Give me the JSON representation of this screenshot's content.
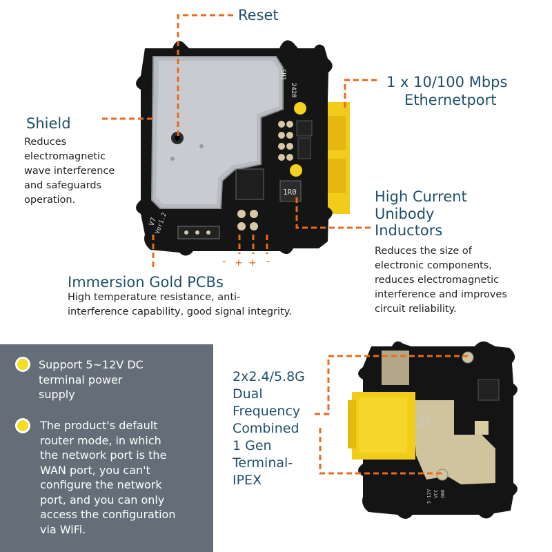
{
  "labels": {
    "reset": "Reset",
    "ethernet": {
      "line1": "1 x 10/100 Mbps",
      "line2": "Ethernetport"
    },
    "shield": {
      "title": "Shield",
      "desc": [
        "Reduces",
        "electromagnetic",
        "wave interference",
        "and safeguards",
        "operation."
      ]
    },
    "inductors": {
      "title": [
        "High Current",
        "Unibody",
        "Inductors"
      ],
      "desc": [
        "Reduces the size of",
        "electronic components,",
        "reduces electromagnetic",
        "interference and improves",
        "circuit reliability."
      ]
    },
    "pcb": {
      "title": "Immersion Gold PCBs",
      "desc": [
        "High temperature resistance, anti-",
        "interference capability, good signal integrity."
      ]
    },
    "antenna": [
      "2x2.4/5.8G",
      "Dual",
      "Frequency",
      "Combined",
      "1 Gen",
      "Terminal-",
      "IPEX"
    ]
  },
  "features": [
    {
      "lines": [
        "Support 5~12V DC",
        "terminal power",
        "supply"
      ]
    },
    {
      "lines": [
        "The product's default",
        "router mode, in which",
        "the network port is the",
        "WAN port, you can't",
        "configure the network",
        "port, and you can only",
        "access the configuration",
        "via WiFi."
      ]
    }
  ],
  "board_markings": {
    "sh1": "SH1",
    "code": "2428",
    "inductor": "1R0",
    "version": "Ver1.2",
    "v7": "V7",
    "back_vcc": "VCC",
    "back_gnd": "GND",
    "back_5v": "5-12V",
    "back_wan": "WAN",
    "back_lan": "LAN",
    "polarity": [
      "-",
      "+",
      "+",
      "-"
    ]
  },
  "colors": {
    "accent": "#e96a1a",
    "title": "#1f4e6b",
    "panel": "#636e78",
    "bullet": "#f3de23",
    "connector": "#f3d11e"
  }
}
